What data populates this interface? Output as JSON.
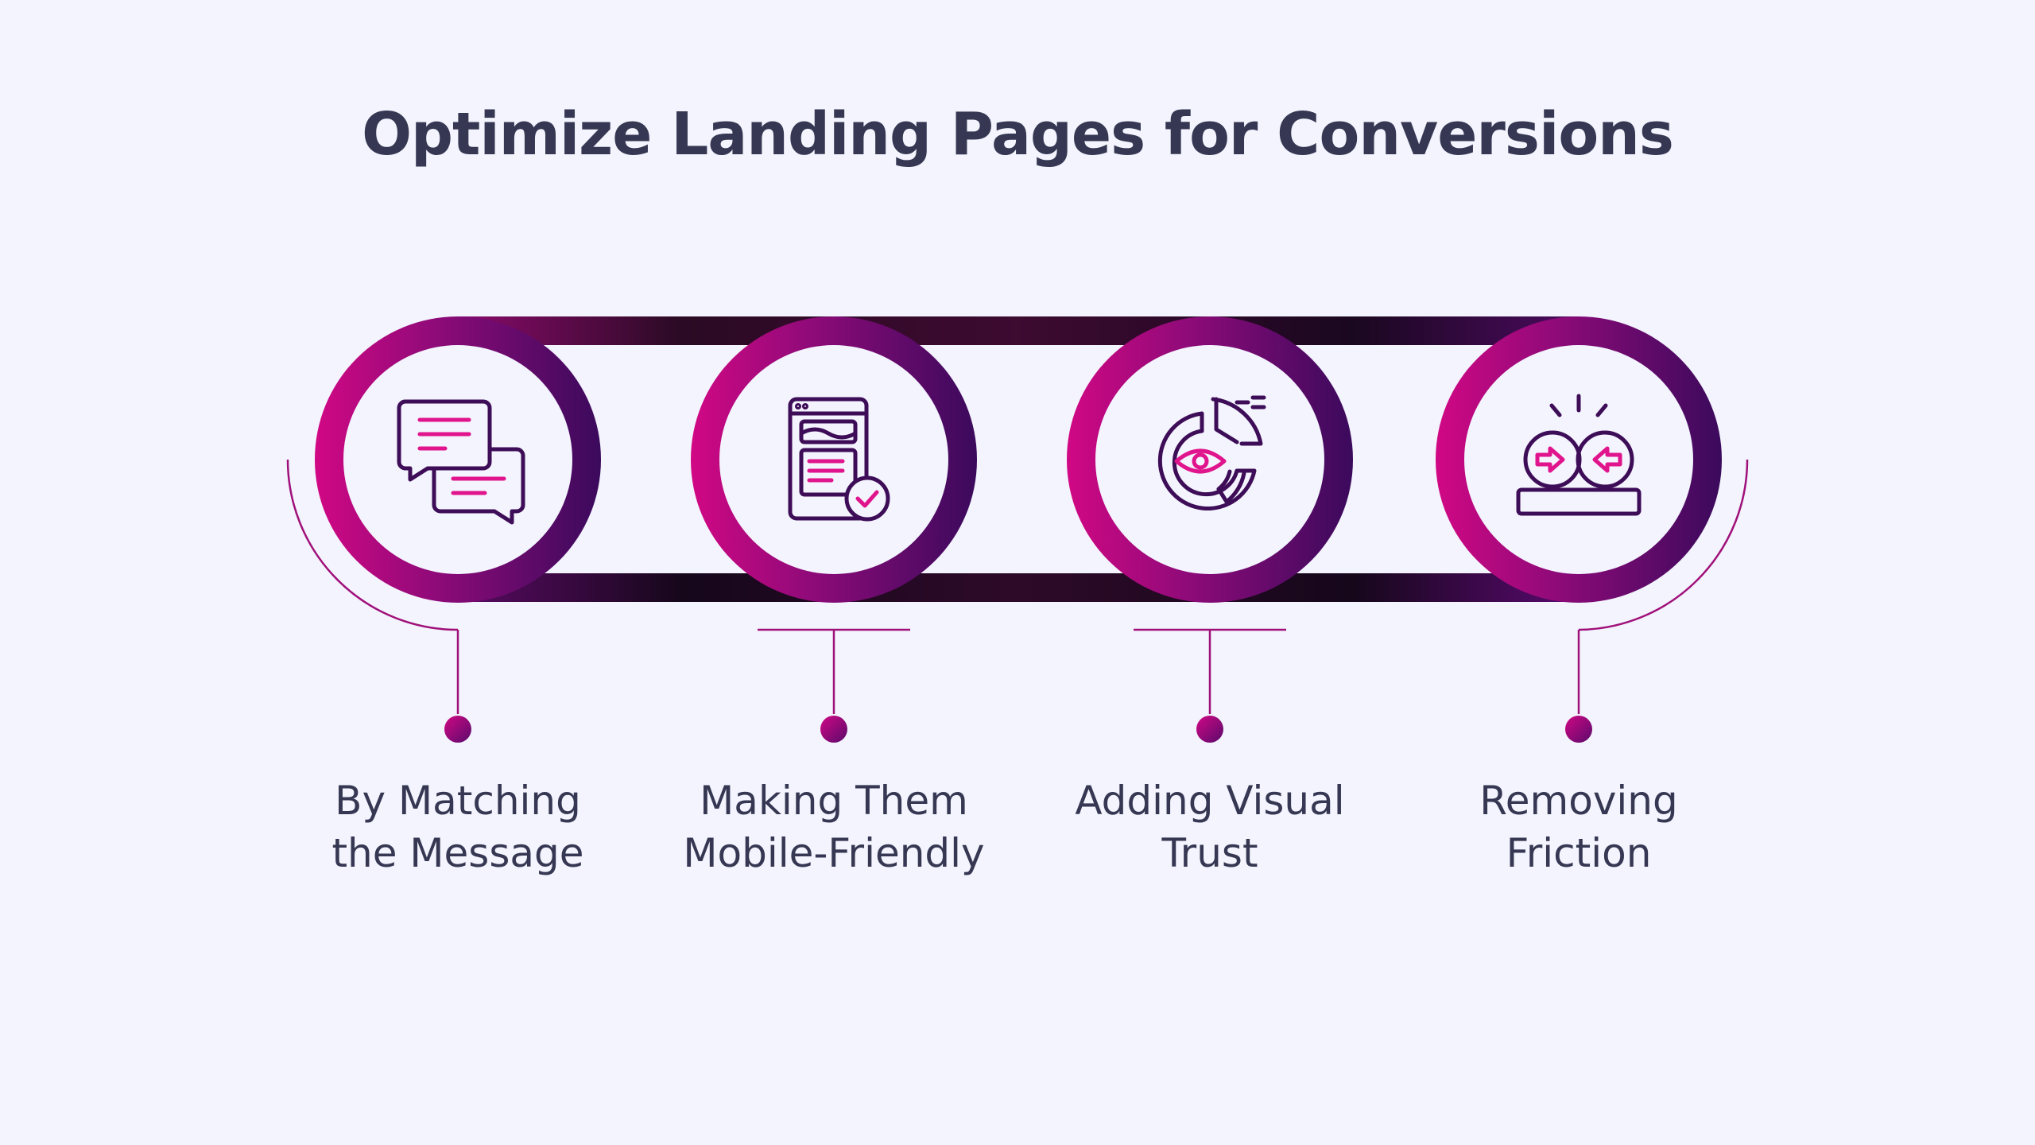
{
  "title": "Optimize Landing Pages for Conversions",
  "colors": {
    "background": "#f3f4fd",
    "text": "#363853",
    "magenta": "#c5097f",
    "purple": "#3f0a5c",
    "track_dark": "#17071b",
    "icon_outline": "#3e0d58",
    "icon_accent": "#e0148c"
  },
  "steps": [
    {
      "icon": "chat-bubbles-icon",
      "label_line1": "By Matching",
      "label_line2": "the Message"
    },
    {
      "icon": "mobile-check-icon",
      "label_line1": "Making Them",
      "label_line2": "Mobile-Friendly"
    },
    {
      "icon": "eye-chart-icon",
      "label_line1": "Adding Visual",
      "label_line2": "Trust"
    },
    {
      "icon": "colliding-arrows-icon",
      "label_line1": "Removing",
      "label_line2": "Friction"
    }
  ]
}
